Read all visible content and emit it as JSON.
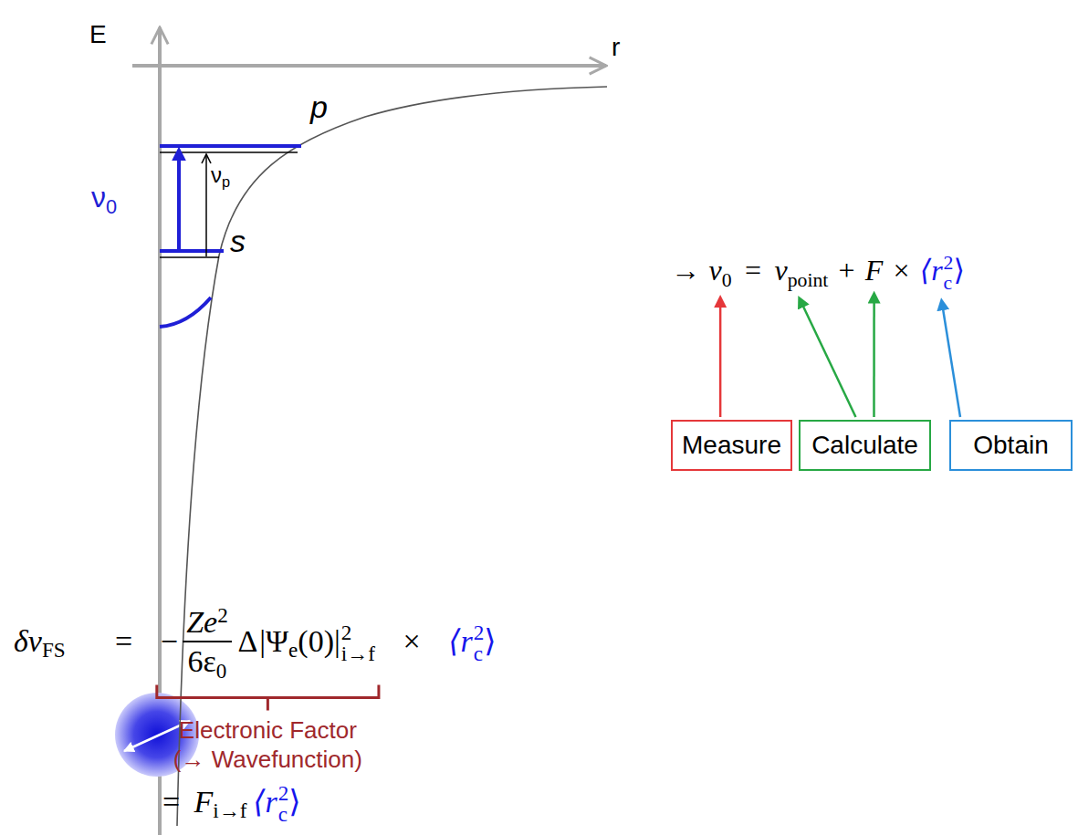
{
  "diagram": {
    "nodes": [
      {
        "text": [
          "Measure"
        ]
      },
      {
        "text": [
          "Calculate"
        ]
      },
      {
        "text": [
          "Obtain"
        ]
      }
    ],
    "labels": [
      "E",
      "r",
      "ν",
      "0",
      "ν",
      "p",
      "p",
      "s",
      "→",
      "ν",
      "0",
      "=",
      "ν",
      "point",
      "+",
      "F",
      "×",
      "⟨r",
      "2",
      "c",
      "⟩",
      "δν",
      "FS",
      "=",
      "−",
      "Ze",
      "2",
      "6ε",
      "0",
      "Δ",
      "|Ψ",
      "e",
      "(0)|",
      "2",
      "i→f",
      "×",
      "⟨r",
      "2",
      "c",
      "⟩",
      "Electronic Factor (→ Wavefunction)",
      "=",
      "F",
      "i→f",
      "⟨r",
      "2",
      "c",
      "⟩"
    ]
  }
}
